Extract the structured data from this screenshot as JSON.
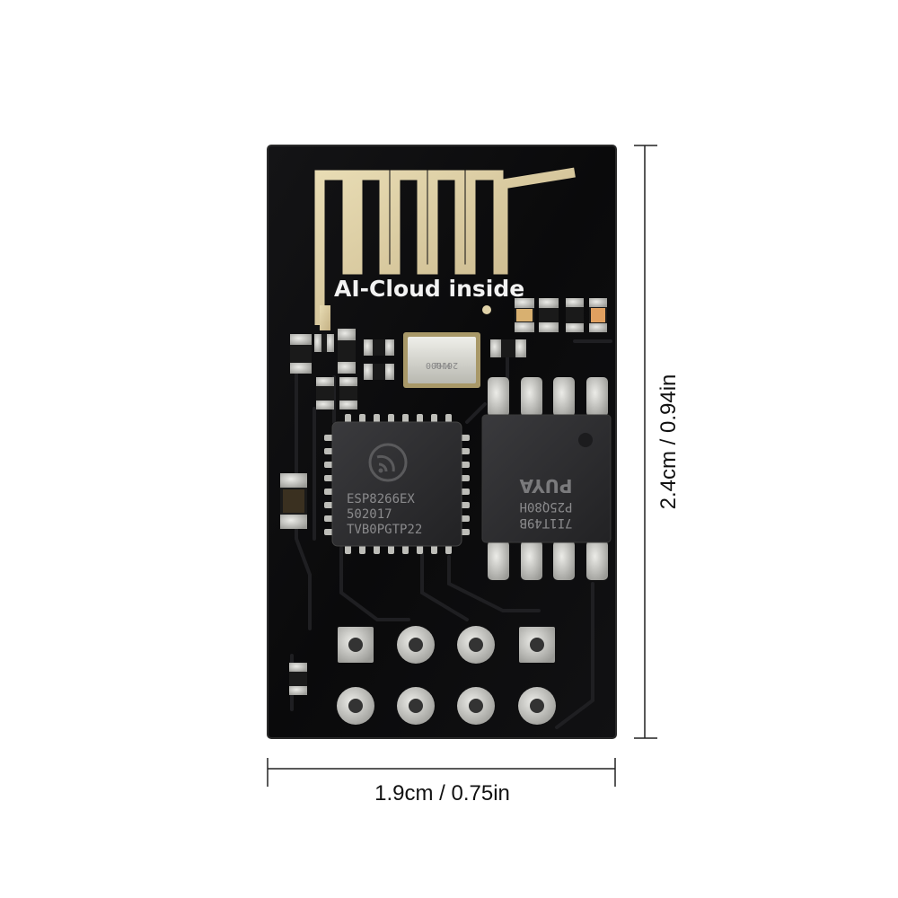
{
  "board": {
    "silkscreen": "AI-Cloud inside",
    "crystal_marking_1": "26.000",
    "crystal_marking_2": "MHz",
    "chip_lines": [
      "ESP8266EX",
      "502017",
      "TVB0PGTP22"
    ],
    "flash_lines": [
      "7I1T49B",
      "P25Q80H",
      "PUYA"
    ]
  },
  "dimensions": {
    "width_label": "1.9cm / 0.75in",
    "height_label": "2.4cm / 0.94in"
  },
  "colors": {
    "pcb": "#0b0b0c",
    "gold": "#d9c9a0",
    "chip": "#2a2a2c",
    "pad": "#c8c8c4"
  }
}
